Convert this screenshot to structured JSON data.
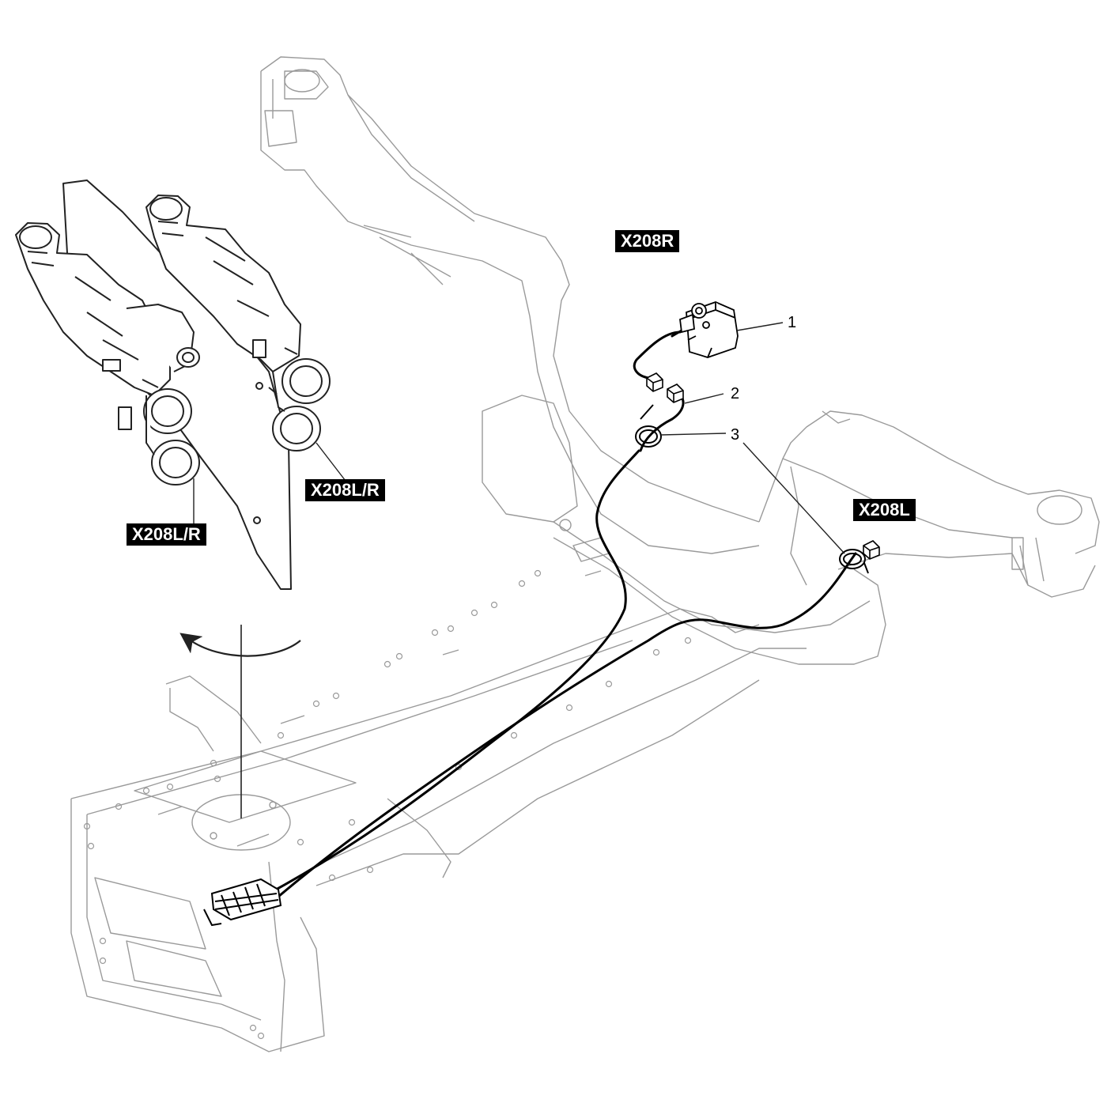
{
  "labels": {
    "connector_right": "X208R",
    "connector_left": "X208L",
    "connector_both_upper": "X208L/R",
    "connector_both_lower": "X208L/R"
  },
  "callouts": [
    "1",
    "2",
    "3"
  ],
  "colors": {
    "label_bg": "#000000",
    "label_text": "#ffffff",
    "line_art": "#222222",
    "light_line": "#9a9a9a",
    "cable": "#000000"
  },
  "icons": [
    "rotation-arrow-icon"
  ]
}
